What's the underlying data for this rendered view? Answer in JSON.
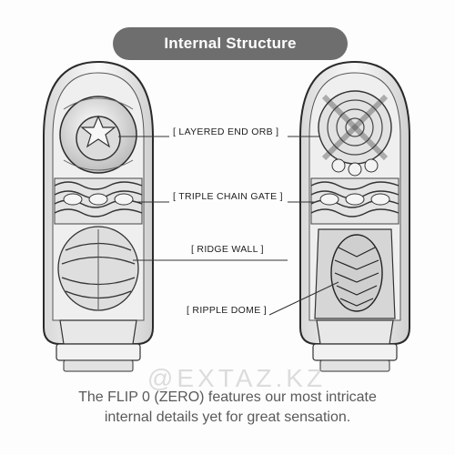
{
  "title": "Internal Structure",
  "callouts": [
    {
      "id": "layered-end-orb",
      "label": "[ LAYERED END ORB ]"
    },
    {
      "id": "triple-chain-gate",
      "label": "[ TRIPLE CHAIN GATE ]"
    },
    {
      "id": "ridge-wall",
      "label": "[ RIDGE WALL ]"
    },
    {
      "id": "ripple-dome",
      "label": "[ RIPPLE DOME ]"
    }
  ],
  "caption": {
    "line1": "The FLIP 0 (ZERO) features our most intricate",
    "line2": "internal details yet for great sensation."
  },
  "watermark": "@EXTAZ.KZ",
  "colors": {
    "pill": "#6e6e6e",
    "outline": "#2a2a2a",
    "shell": "#f2f2f2",
    "shade": "#bdbdbd",
    "caption": "#5a5a5a"
  }
}
